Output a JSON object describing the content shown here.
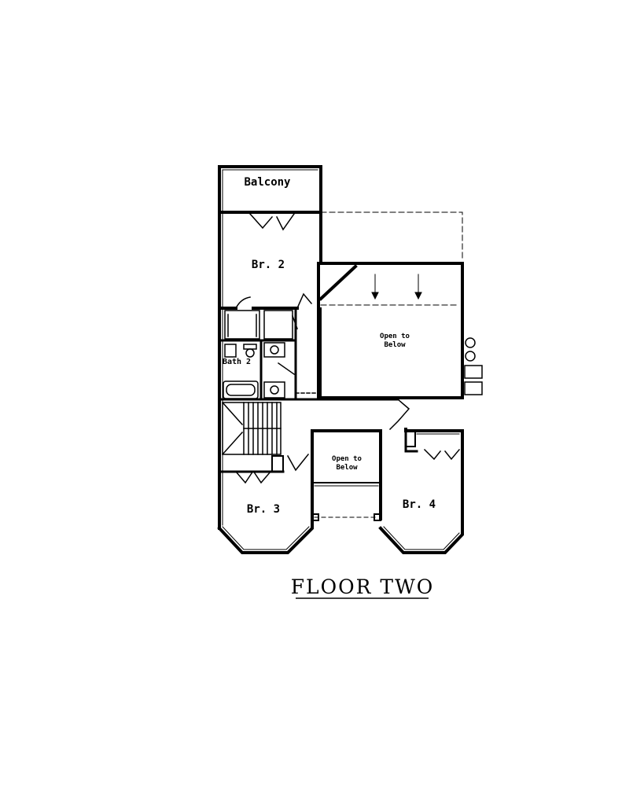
{
  "plan": {
    "title": "FLOOR TWO",
    "rooms": {
      "balcony": "Balcony",
      "br2": "Br. 2",
      "bath2": "Bath 2",
      "open_top_line1": "Open to",
      "open_top_line2": "Below",
      "open_mid_line1": "Open to",
      "open_mid_line2": "Below",
      "br3": "Br. 3",
      "br4": "Br. 4"
    }
  }
}
